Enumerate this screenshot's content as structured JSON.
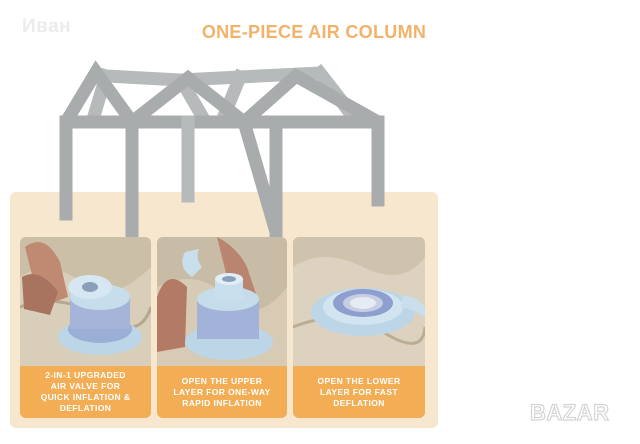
{
  "watermark_top": "Иван",
  "title": "ONE-PIECE AIR COLUMN",
  "cards": [
    {
      "caption": "2-IN-1 UPGRADED\nAIR VALVE FOR\nQUICK INFLATION &\nDEFLATION"
    },
    {
      "caption": "OPEN THE UPPER\nLAYER FOR ONE-WAY\nRAPID INFLATION"
    },
    {
      "caption": "OPEN THE LOWER\nLAYER FOR FAST DEFLATION"
    }
  ],
  "brand_logo": "BAZAR",
  "colors": {
    "accent_orange": "#f3ad55",
    "title_orange": "#f2b26a",
    "panel_beige": "#f8e7cf",
    "frame_gray": "#a9acad",
    "valve_blue": "#bcd6e8"
  }
}
